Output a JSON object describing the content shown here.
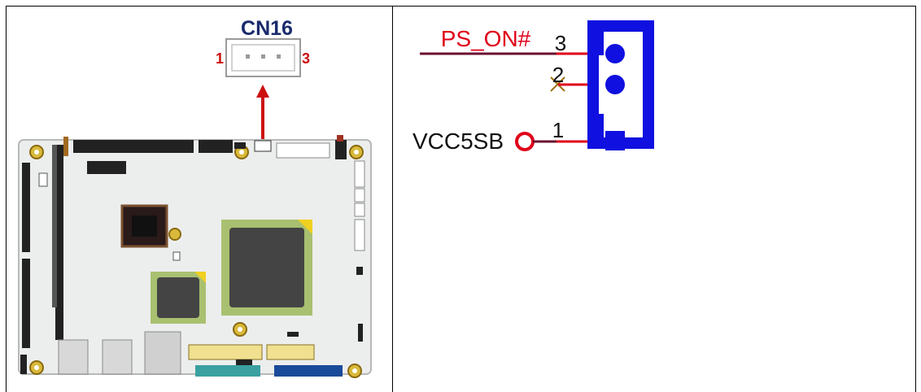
{
  "left_panel": {
    "connector_title": "CN16",
    "pin_left": "1",
    "pin_right": "3"
  },
  "right_panel": {
    "signal_ps_on": "PS_ON#",
    "signal_vcc": "VCC5SB",
    "pin_3": "3",
    "pin_2": "2",
    "pin_1": "1"
  },
  "colors": {
    "connector_blue": "#1010e0",
    "signal_red": "#e0001a",
    "wire_purple": "#6a1030",
    "title_navy": "#1a2a6c",
    "pcb_board": "#eceeee"
  }
}
